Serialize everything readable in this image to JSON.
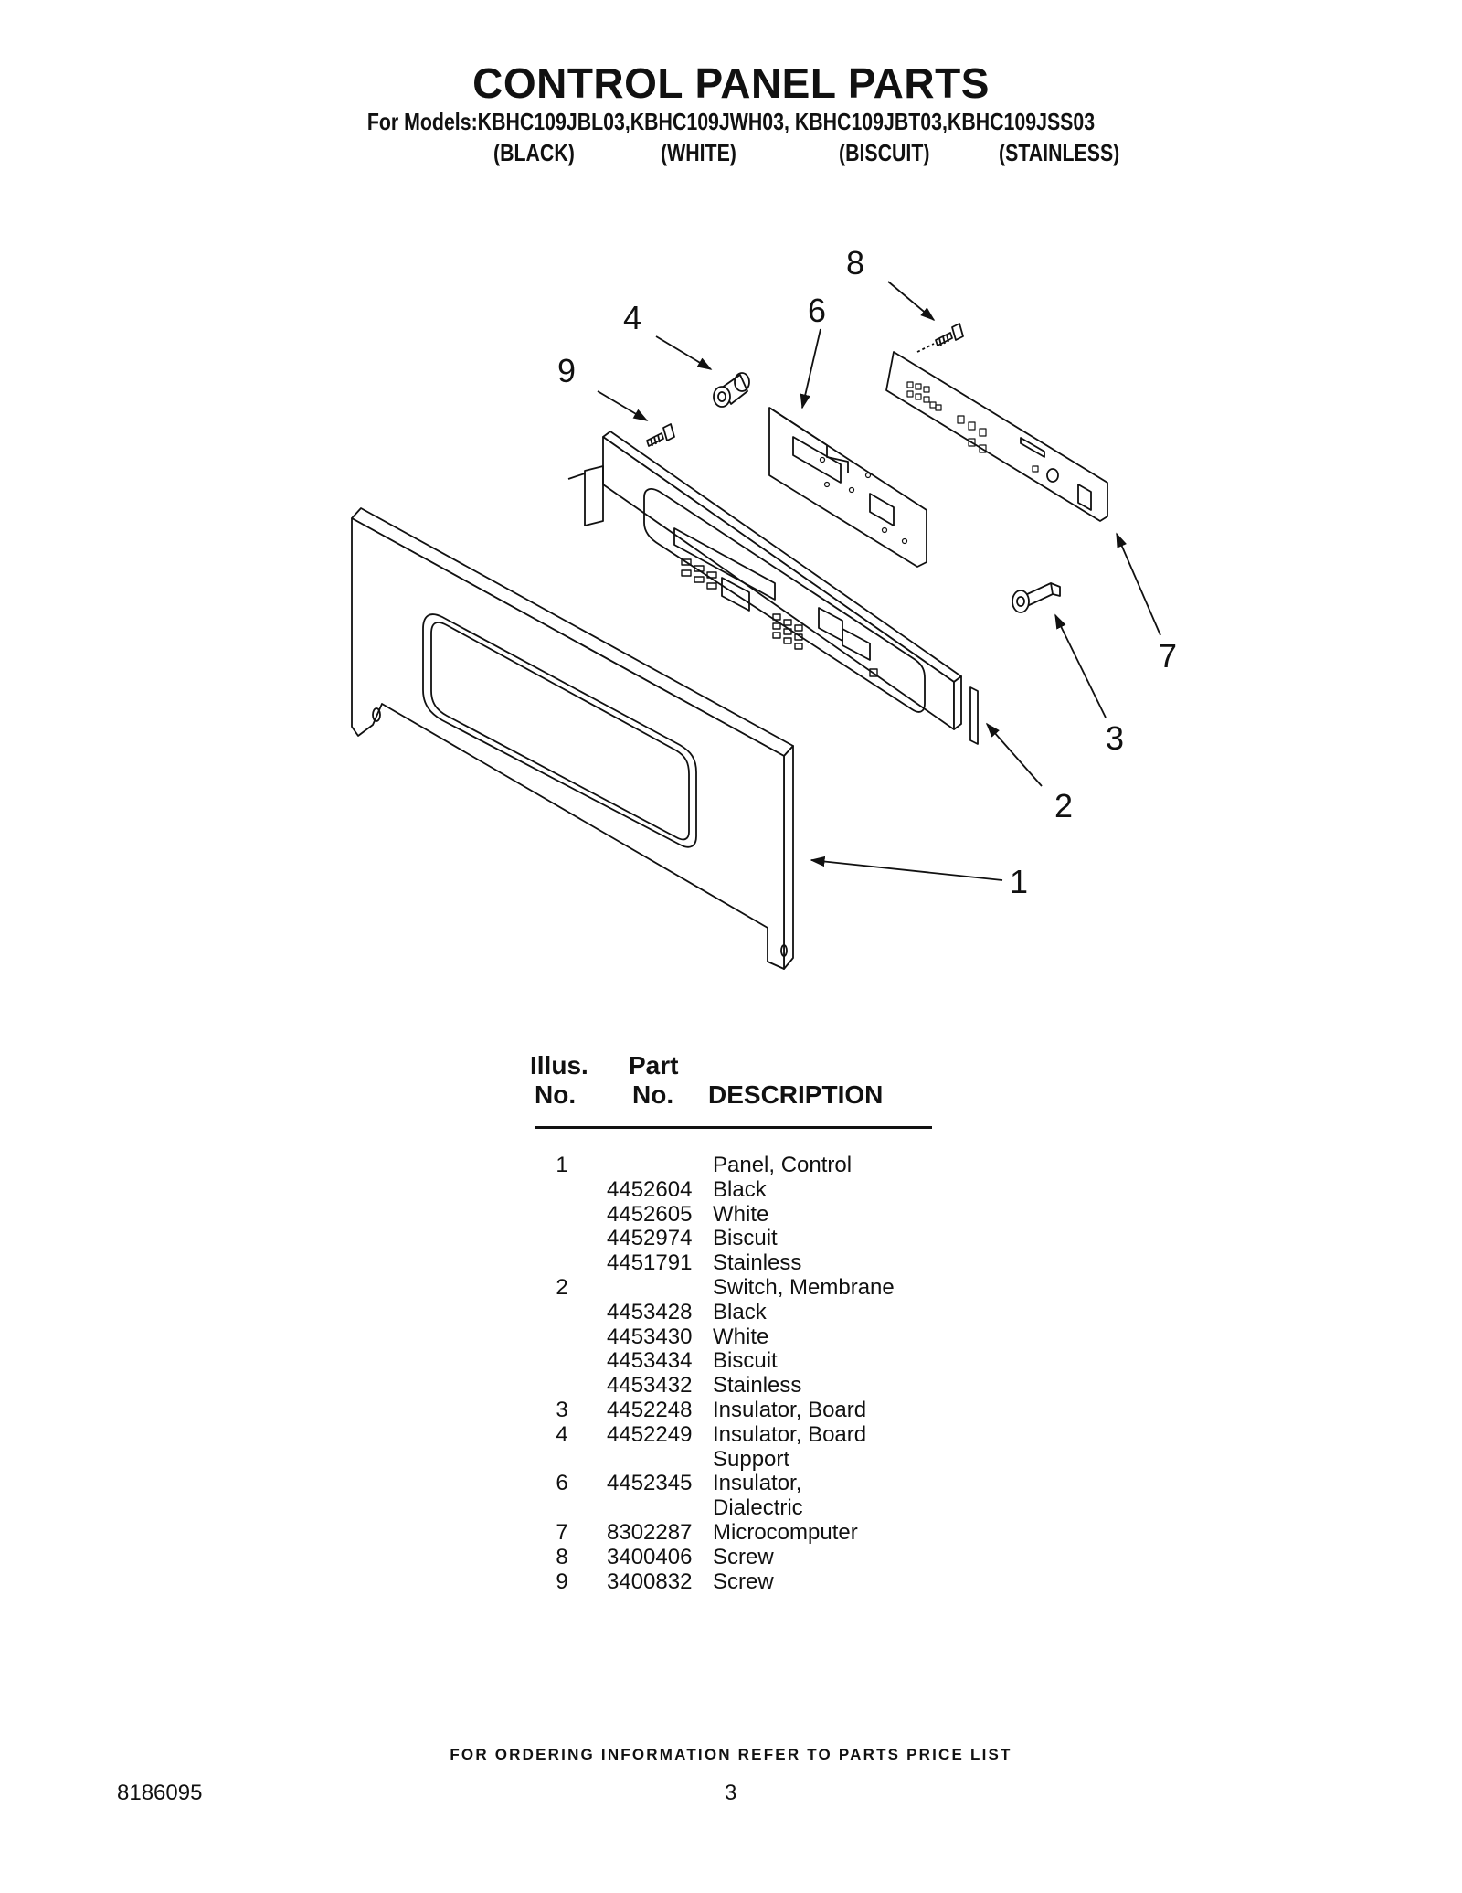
{
  "header": {
    "title": "CONTROL PANEL PARTS",
    "models_line": "For Models:KBHC109JBL03,KBHC109JWH03, KBHC109JBT03,KBHC109JSS03",
    "colors": [
      "(BLACK)",
      "(WHITE)",
      "(BISCUIT)",
      "(STAINLESS)"
    ]
  },
  "diagram": {
    "callouts": [
      "1",
      "2",
      "3",
      "4",
      "6",
      "7",
      "8",
      "9"
    ]
  },
  "table": {
    "headers": {
      "illus_line1": "Illus.",
      "illus_line2": "No.",
      "part_line1": "Part",
      "part_line2": "No.",
      "description": "DESCRIPTION"
    },
    "rows": [
      {
        "illus": "1",
        "part": "",
        "desc": "Panel, Control"
      },
      {
        "illus": "",
        "part": "4452604",
        "desc": "Black"
      },
      {
        "illus": "",
        "part": "4452605",
        "desc": "White"
      },
      {
        "illus": "",
        "part": "4452974",
        "desc": "Biscuit"
      },
      {
        "illus": "",
        "part": "4451791",
        "desc": "Stainless"
      },
      {
        "illus": "2",
        "part": "",
        "desc": "Switch, Membrane"
      },
      {
        "illus": "",
        "part": "4453428",
        "desc": "Black"
      },
      {
        "illus": "",
        "part": "4453430",
        "desc": "White"
      },
      {
        "illus": "",
        "part": "4453434",
        "desc": "Biscuit"
      },
      {
        "illus": "",
        "part": "4453432",
        "desc": "Stainless"
      },
      {
        "illus": "3",
        "part": "4452248",
        "desc": "Insulator, Board"
      },
      {
        "illus": "4",
        "part": "4452249",
        "desc": "Insulator, Board"
      },
      {
        "illus": "",
        "part": "",
        "desc": "Support"
      },
      {
        "illus": "6",
        "part": "4452345",
        "desc": "Insulator,"
      },
      {
        "illus": "",
        "part": "",
        "desc": "Dialectric"
      },
      {
        "illus": "7",
        "part": "8302287",
        "desc": "Microcomputer"
      },
      {
        "illus": "8",
        "part": "3400406",
        "desc": "Screw"
      },
      {
        "illus": "9",
        "part": "3400832",
        "desc": "Screw"
      }
    ]
  },
  "footer": {
    "note": "FOR ORDERING INFORMATION REFER TO PARTS PRICE LIST",
    "doc_number": "8186095",
    "page_number": "3"
  }
}
